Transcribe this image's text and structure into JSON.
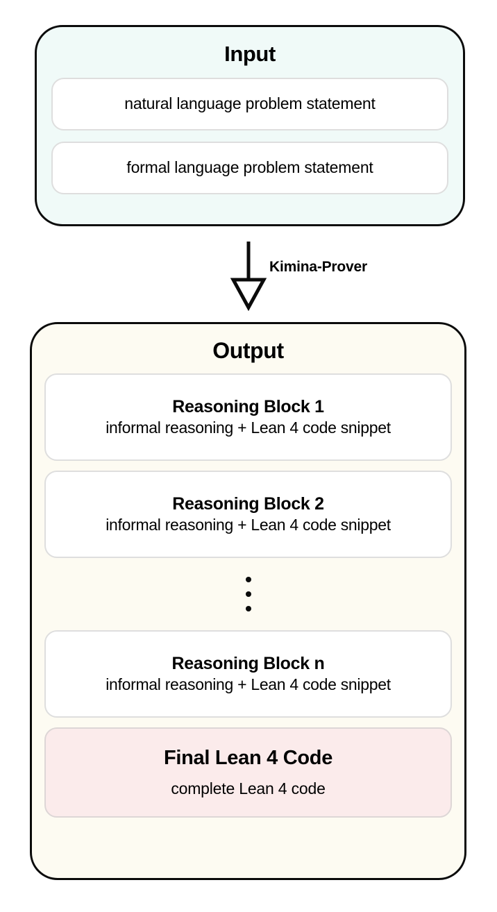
{
  "diagram": {
    "input": {
      "title": "Input",
      "items": [
        {
          "text": "natural language problem statement"
        },
        {
          "text": "formal language problem statement"
        }
      ]
    },
    "arrow": {
      "label": "Kimina-Prover",
      "icon": "down-arrow-hollow-triangle-icon"
    },
    "output": {
      "title": "Output",
      "blocks": [
        {
          "title": "Reasoning Block 1",
          "subtitle": "informal reasoning + Lean 4 code snippet"
        },
        {
          "title": "Reasoning Block 2",
          "subtitle": "informal reasoning + Lean 4 code snippet"
        },
        {
          "title": "Reasoning Block n",
          "subtitle": "informal reasoning + Lean 4 code snippet"
        }
      ],
      "ellipsis": "⋮",
      "final": {
        "title": "Final Lean 4 Code",
        "subtitle": "complete Lean 4 code"
      }
    },
    "colors": {
      "input_bg": "#f0faf8",
      "output_bg": "#fdfbf2",
      "card_bg": "#ffffff",
      "card_border": "#dedede",
      "final_bg": "#fbebeb",
      "final_border": "#ddd6d6",
      "panel_border": "#0b0b0b",
      "text": "#000000"
    }
  }
}
